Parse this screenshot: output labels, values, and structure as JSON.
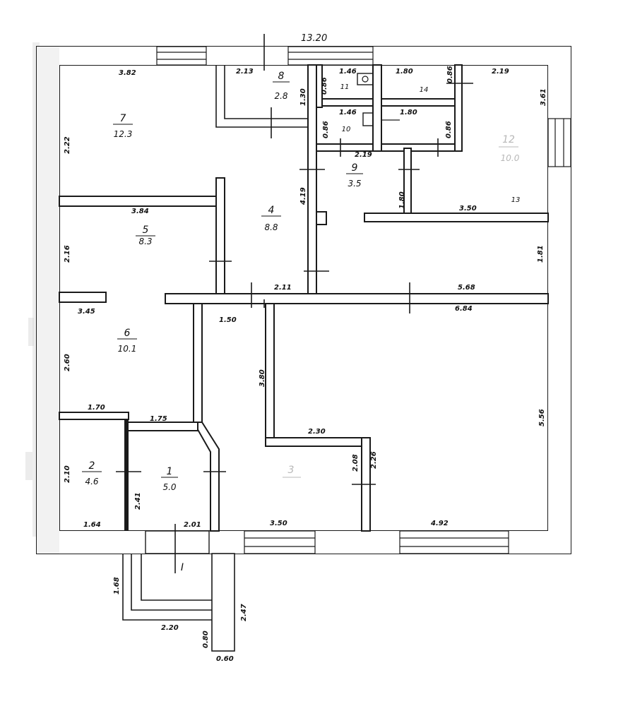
{
  "plan": {
    "overall_width": "13.20",
    "rooms": [
      {
        "number": "1",
        "area": "5.0",
        "faint": false
      },
      {
        "number": "2",
        "area": "4.6",
        "faint": false
      },
      {
        "number": "3",
        "area": "",
        "faint": true
      },
      {
        "number": "4",
        "area": "8.8",
        "faint": false
      },
      {
        "number": "5",
        "area": "8.3",
        "faint": false
      },
      {
        "number": "6",
        "area": "10.1",
        "faint": false
      },
      {
        "number": "7",
        "area": "12.3",
        "faint": false
      },
      {
        "number": "8",
        "area": "2.8",
        "faint": false
      },
      {
        "number": "9",
        "area": "3.5",
        "faint": false
      },
      {
        "number": "10",
        "area": "",
        "faint": false
      },
      {
        "number": "11",
        "area": "",
        "faint": false
      },
      {
        "number": "12",
        "area": "10.0",
        "faint": true
      },
      {
        "number": "13",
        "area": "",
        "faint": true
      },
      {
        "number": "14",
        "area": "",
        "faint": true
      },
      {
        "number": "",
        "area": "",
        "faint": true
      },
      {
        "number": "",
        "area": "",
        "faint": true
      }
    ],
    "dimensions": [
      "3.82",
      "2.13",
      "1.30",
      "0.86",
      "1.46",
      "1.80",
      "0.86",
      "2.19",
      "3.61",
      "1.46",
      "1.80",
      "0.86",
      "0.86",
      "2.19",
      "2.22",
      "4.19",
      "1.80",
      "3.50",
      "3.84",
      "2.16",
      "5.68",
      "1.81",
      "2.11",
      "3.45",
      "1.50",
      "6.84",
      "2.60",
      "3.80",
      "1.70",
      "1.75",
      "2.30",
      "2.08",
      "2.26",
      "5.56",
      "2.10",
      "2.41",
      "1.64",
      "2.01",
      "3.50",
      "4.92",
      "1.68",
      "2.47",
      "2.20",
      "0.80",
      "0.60"
    ],
    "entrance_label": "I"
  }
}
